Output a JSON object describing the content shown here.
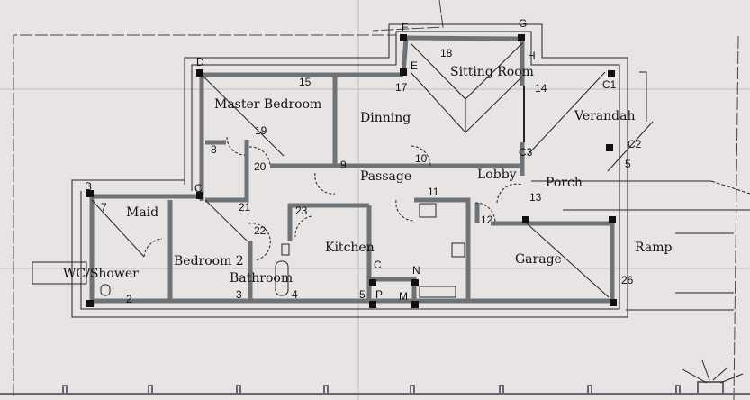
{
  "rooms": {
    "master_bedroom": "Master Bedroom",
    "dinning": "Dinning",
    "sitting_room": "Sitting Room",
    "verandah": "Verandah",
    "passage": "Passage",
    "lobby": "Lobby",
    "porch": "Porch",
    "maid": "Maid",
    "kitchen": "Kitchen",
    "garage": "Garage",
    "ramp": "Ramp",
    "bedroom2": "Bedroom 2",
    "bathroom": "Bathroom",
    "wc_shower": "WC/Shower"
  },
  "markers": [
    "D",
    "15",
    "19",
    "8",
    "20",
    "9",
    "10",
    "F",
    "18",
    "G",
    "E",
    "17",
    "H",
    "14",
    "C1",
    "C3",
    "C2",
    "5",
    "13",
    "B",
    "7",
    "C",
    "21",
    "22",
    "23",
    "11",
    "12",
    "3",
    "4",
    "5",
    "C",
    "N",
    "M",
    "P",
    "2",
    "26"
  ],
  "colors": {
    "background": "#e9e4e4",
    "wall": "#6f7377",
    "line": "#222222"
  }
}
